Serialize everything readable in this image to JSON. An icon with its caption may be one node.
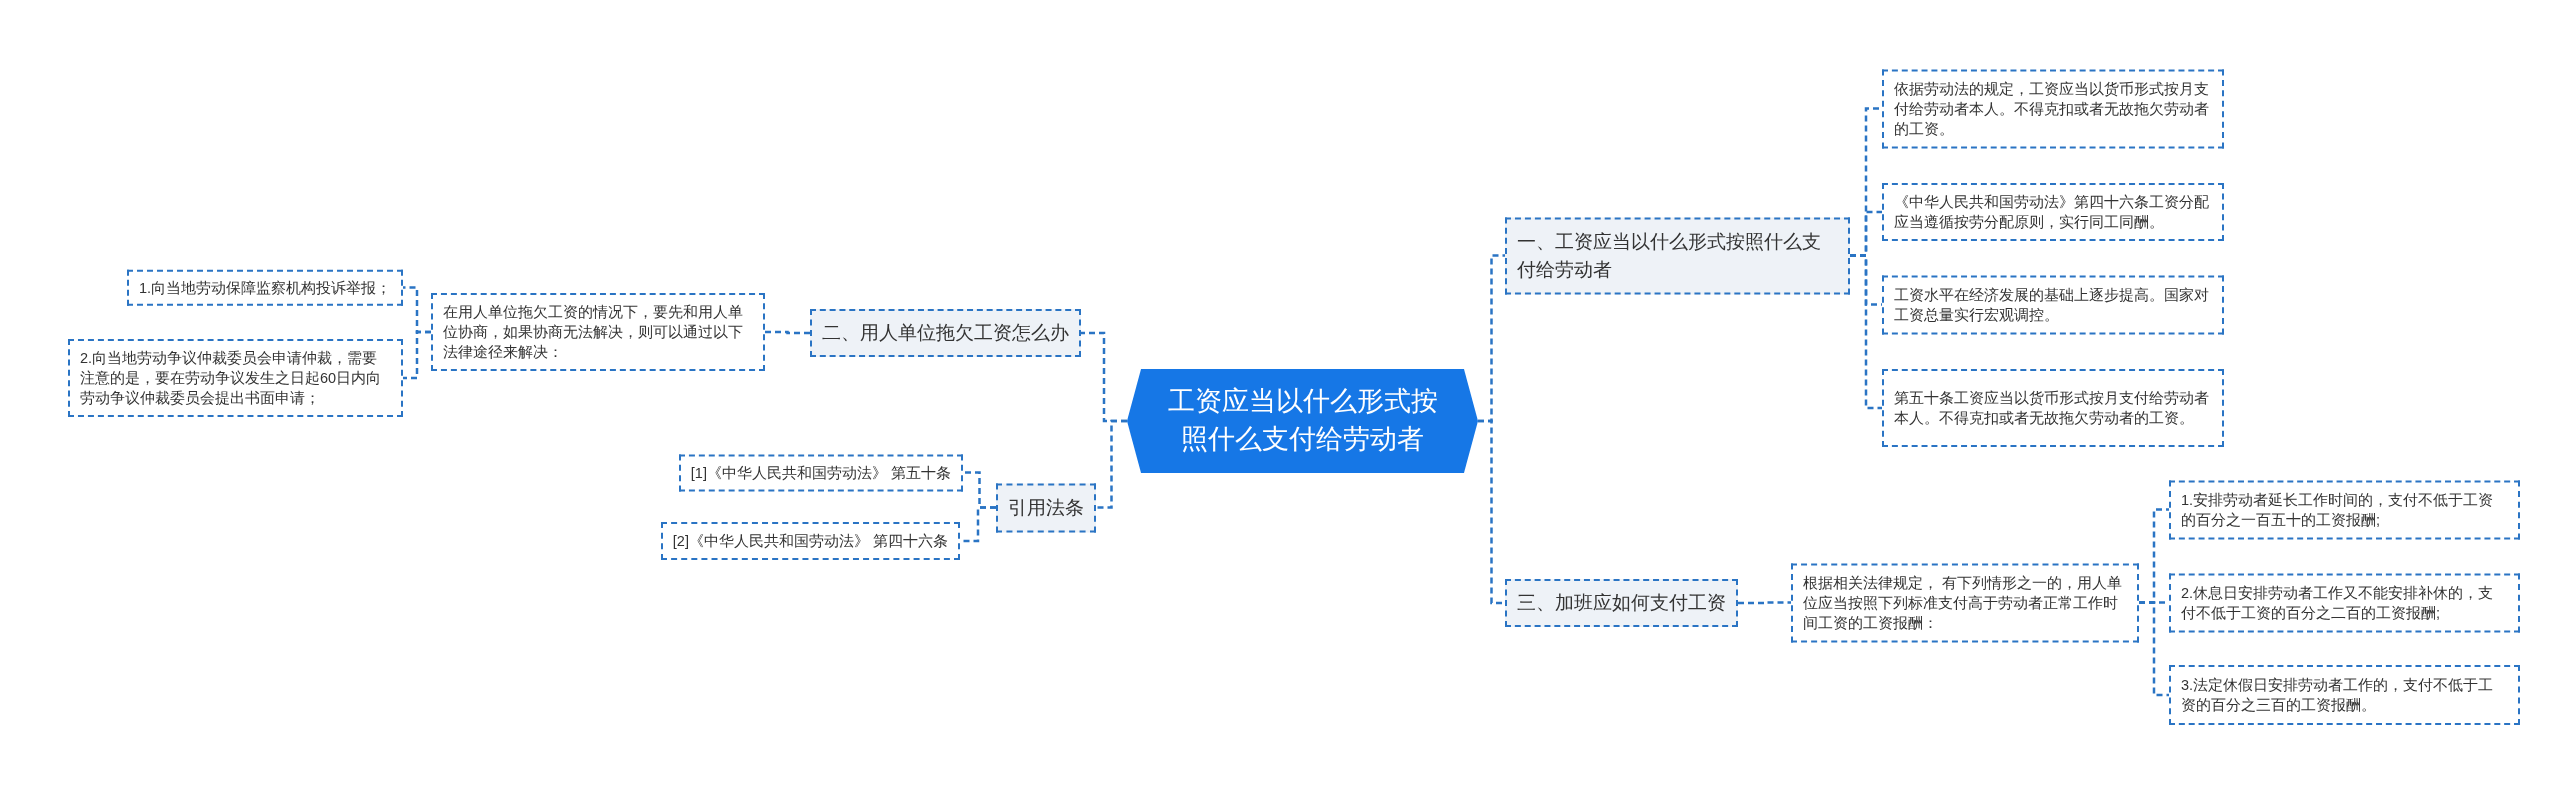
{
  "diagram": {
    "nodes": [
      {
        "text": [
          "工资应当以什么形式按照什么支付给劳动者"
        ]
      },
      {
        "text": [
          "二、用人单位拖欠工资怎么办"
        ]
      },
      {
        "text": [
          "在用人单位拖欠工资的情况下，要先和用人单位协商，如果协商无法解决，则可以通过以下法律途径来解决："
        ]
      },
      {
        "text": [
          "1.向当地劳动保障监察机构投诉举报；"
        ]
      },
      {
        "text": [
          "2.向当地劳动争议仲裁委员会申请仲裁，需要注意的是，要在劳动争议发生之日起60日内向劳动争议仲裁委员会提出书面申请；"
        ]
      },
      {
        "text": [
          "引用法条"
        ]
      },
      {
        "text": [
          "[1]《中华人民共和国劳动法》 第五十条"
        ]
      },
      {
        "text": [
          "[2]《中华人民共和国劳动法》 第四十六条"
        ]
      },
      {
        "text": [
          "一、工资应当以什么形式按照什么支付给劳动者"
        ]
      },
      {
        "text": [
          "依据劳动法的规定，工资应当以货币形式按月支付给劳动者本人。不得克扣或者无故拖欠劳动者的工资。"
        ]
      },
      {
        "text": [
          "《中华人民共和国劳动法》第四十六条工资分配应当遵循按劳分配原则，实行同工同酬。"
        ]
      },
      {
        "text": [
          "工资水平在经济发展的基础上逐步提高。国家对工资总量实行宏观调控。"
        ]
      },
      {
        "text": [
          "第五十条工资应当以货币形式按月支付给劳动者本人。不得克扣或者无故拖欠劳动者的工资。"
        ]
      },
      {
        "text": [
          "三、加班应如何支付工资"
        ]
      },
      {
        "text": [
          "根据相关法律规定， 有下列情形之一的，用人单位应当按照下列标准支付高于劳动者正常工作时间工资的工资报酬："
        ]
      },
      {
        "text": [
          "1.安排劳动者延长工作时间的，支付不低于工资的百分之一百五十的工资报酬;"
        ]
      },
      {
        "text": [
          "2.休息日安排劳动者工作又不能安排补休的，支付不低于工资的百分之二百的工资报酬;"
        ]
      },
      {
        "text": [
          "3.法定休假日安排劳动者工作的，支付不低于工资的百分之三百的工资报酬。"
        ]
      }
    ],
    "edges": [
      {
        "from": 0,
        "to": 1,
        "arrow": "none"
      },
      {
        "from": 1,
        "to": 2,
        "arrow": "none"
      },
      {
        "from": 2,
        "to": 3,
        "arrow": "none"
      },
      {
        "from": 2,
        "to": 4,
        "arrow": "none"
      },
      {
        "from": 0,
        "to": 5,
        "arrow": "none"
      },
      {
        "from": 5,
        "to": 6,
        "arrow": "none"
      },
      {
        "from": 5,
        "to": 7,
        "arrow": "none"
      },
      {
        "from": 0,
        "to": 8,
        "arrow": "none"
      },
      {
        "from": 8,
        "to": 9,
        "arrow": "none"
      },
      {
        "from": 8,
        "to": 10,
        "arrow": "none"
      },
      {
        "from": 8,
        "to": 11,
        "arrow": "none"
      },
      {
        "from": 8,
        "to": 12,
        "arrow": "none"
      },
      {
        "from": 0,
        "to": 13,
        "arrow": "none"
      },
      {
        "from": 13,
        "to": 14,
        "arrow": "none"
      },
      {
        "from": 14,
        "to": 15,
        "arrow": "none"
      },
      {
        "from": 14,
        "to": 16,
        "arrow": "none"
      },
      {
        "from": 14,
        "to": 17,
        "arrow": "none"
      }
    ]
  }
}
